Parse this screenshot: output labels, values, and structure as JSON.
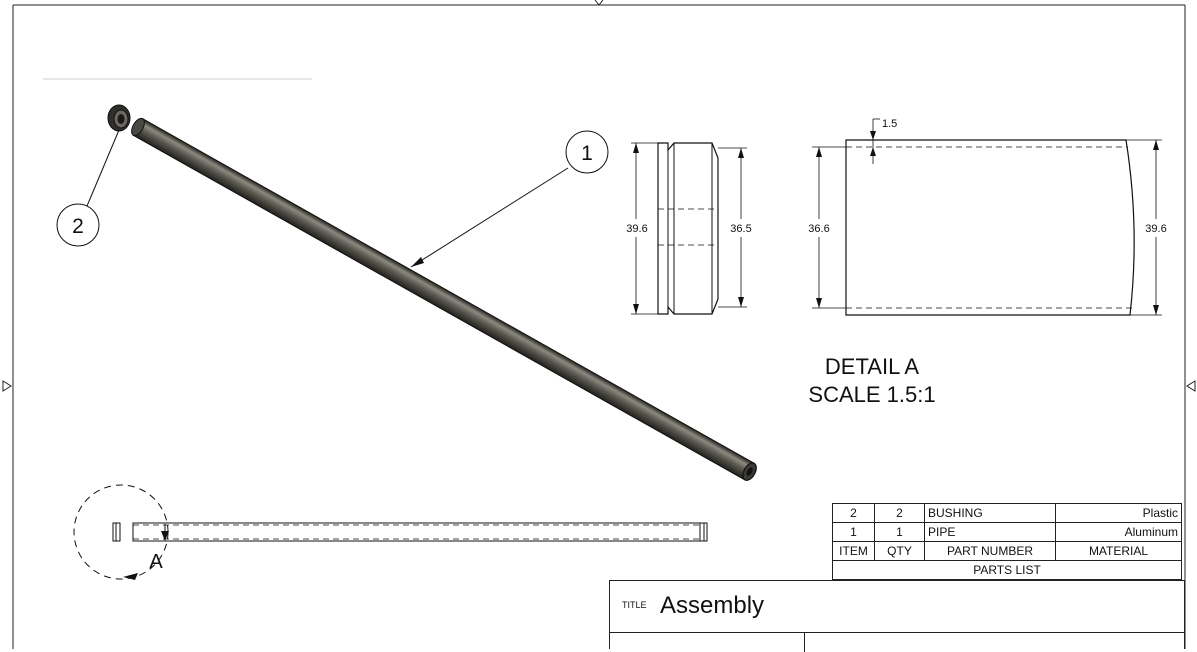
{
  "balloons": [
    {
      "number": "1",
      "part": "PIPE"
    },
    {
      "number": "2",
      "part": "BUSHING"
    }
  ],
  "view_label": "A",
  "detail": {
    "title": "DETAIL A",
    "scale": "SCALE 1.5:1"
  },
  "dimensions": {
    "bushing_left": "39.6",
    "bushing_right": "36.5",
    "pipe_left": "36.6",
    "pipe_right": "39.6",
    "wall": "1.5"
  },
  "parts_list": {
    "rows": [
      {
        "item": "2",
        "qty": "2",
        "part_number": "BUSHING",
        "material": "Plastic"
      },
      {
        "item": "1",
        "qty": "1",
        "part_number": "PIPE",
        "material": "Aluminum"
      }
    ],
    "headers": {
      "item": "ITEM",
      "qty": "QTY",
      "part_number": "PART NUMBER",
      "material": "MATERIAL"
    },
    "caption": "PARTS LIST"
  },
  "title_block": {
    "label": "TITLE",
    "value": "Assembly"
  },
  "colors": {
    "line": "#222222",
    "pipe_body": "#5a5850",
    "pipe_highlight": "#8c8a80",
    "pipe_shadow": "#2e2d28"
  }
}
